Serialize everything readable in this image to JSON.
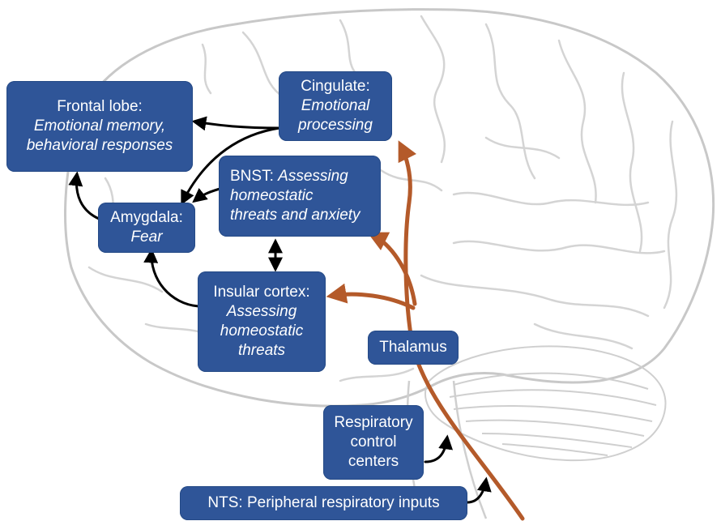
{
  "nodes": {
    "frontal": {
      "title": "Frontal lobe:",
      "line1": "Emotional memory,",
      "line2": "behavioral responses"
    },
    "cingulate": {
      "title": "Cingulate:",
      "line1": "Emotional",
      "line2": "processing"
    },
    "bnst": {
      "title": "BNST:",
      "desc1": "Assessing",
      "desc2": "homeostatic",
      "desc3": "threats and anxiety"
    },
    "amygdala": {
      "title": "Amygdala:",
      "desc": "Fear"
    },
    "insular": {
      "title": "Insular cortex:",
      "desc1": "Assessing",
      "desc2": "homeostatic",
      "desc3": "threats"
    },
    "thalamus": {
      "label": "Thalamus"
    },
    "respiratory": {
      "line1": "Respiratory",
      "line2": "control",
      "line3": "centers"
    },
    "nts": {
      "label": "NTS: Peripheral respiratory inputs"
    }
  },
  "colors": {
    "box_fill": "#2f5598",
    "box_text": "#ffffff",
    "ascending_pathway": "#b45a2a",
    "connection_arrow": "#000000",
    "brain_outline": "#c8c8c8"
  }
}
